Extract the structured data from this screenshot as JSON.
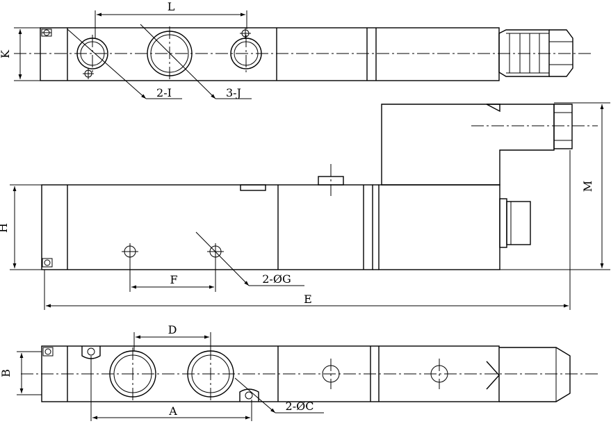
{
  "drawing_type": "solenoid-valve-dimension-drawing",
  "views": [
    "top-view",
    "front-view",
    "bottom-view"
  ],
  "dimension_labels": {
    "L": "L",
    "K": "K",
    "port_I": "2-I",
    "port_J": "3-J",
    "M": "M",
    "H": "H",
    "F": "F",
    "G": "2-ØG",
    "E": "E",
    "D": "D",
    "B": "B",
    "A": "A",
    "C": "2-ØC"
  }
}
